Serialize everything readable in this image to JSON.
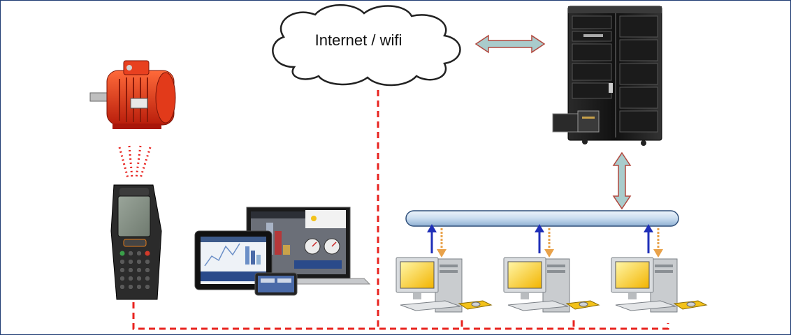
{
  "diagram": {
    "cloud_label": "Internet / wifi",
    "colors": {
      "border": "#1f3b73",
      "dashed_link": "#e8231f",
      "bus_pipe": "#c9dcef",
      "double_arrow": "#a9cccc",
      "up_arrow": "#1f2fb8",
      "down_arrow": "#e9a24a"
    },
    "nodes": {
      "motor": "electric-motor-image",
      "handheld": "handheld-scanner-image",
      "devices": "laptop-tablet-dashboard-image",
      "server": "server-rack-image",
      "workstations": [
        "workstation-image",
        "workstation-image",
        "workstation-image"
      ]
    }
  }
}
